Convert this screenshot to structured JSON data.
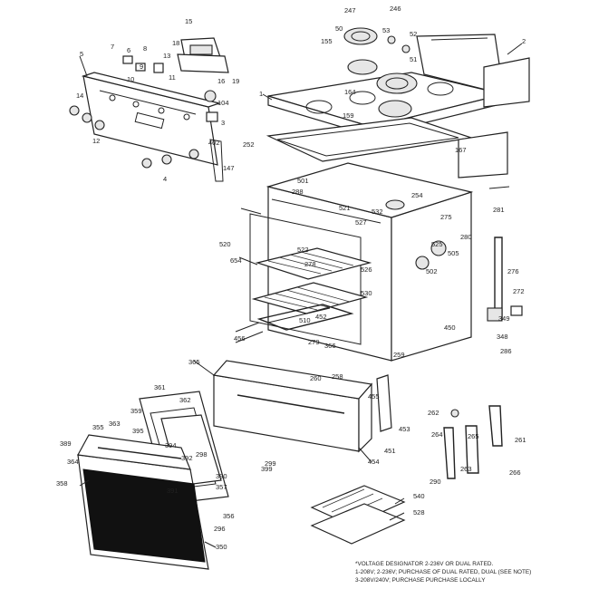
{
  "diagram": {
    "part_labels": [
      "5",
      "6",
      "7",
      "8",
      "9",
      "10",
      "11",
      "12",
      "13",
      "14",
      "15",
      "16",
      "18",
      "19",
      "50",
      "51",
      "52",
      "53",
      "104",
      "147",
      "155",
      "159",
      "164",
      "246",
      "247",
      "252",
      "254",
      "258",
      "259",
      "260",
      "261",
      "262",
      "263",
      "264",
      "265",
      "266",
      "272",
      "275",
      "276",
      "278",
      "279",
      "280",
      "281",
      "286",
      "288",
      "290",
      "296",
      "298",
      "299",
      "348",
      "349",
      "350",
      "355",
      "356",
      "357",
      "358",
      "359",
      "361",
      "362",
      "363",
      "364",
      "365",
      "366",
      "389",
      "390",
      "391",
      "392",
      "394",
      "395",
      "399",
      "402",
      "450",
      "451",
      "452",
      "453",
      "454",
      "455",
      "456",
      "501",
      "502",
      "505",
      "510",
      "520",
      "521",
      "522",
      "525",
      "526",
      "527",
      "528",
      "530",
      "532",
      "540",
      "654",
      "1",
      "2",
      "3",
      "4",
      "167"
    ],
    "footnote": [
      "*VOLTAGE DESIGNATOR 2-236V OR DUAL RATED.",
      "1-208V; 2-236V; PURCHASE OF DUAL RATED, DUAL (SEE NOTE)",
      "3-208V/240V; PURCHASE PURCHASE LOCALLY"
    ]
  }
}
